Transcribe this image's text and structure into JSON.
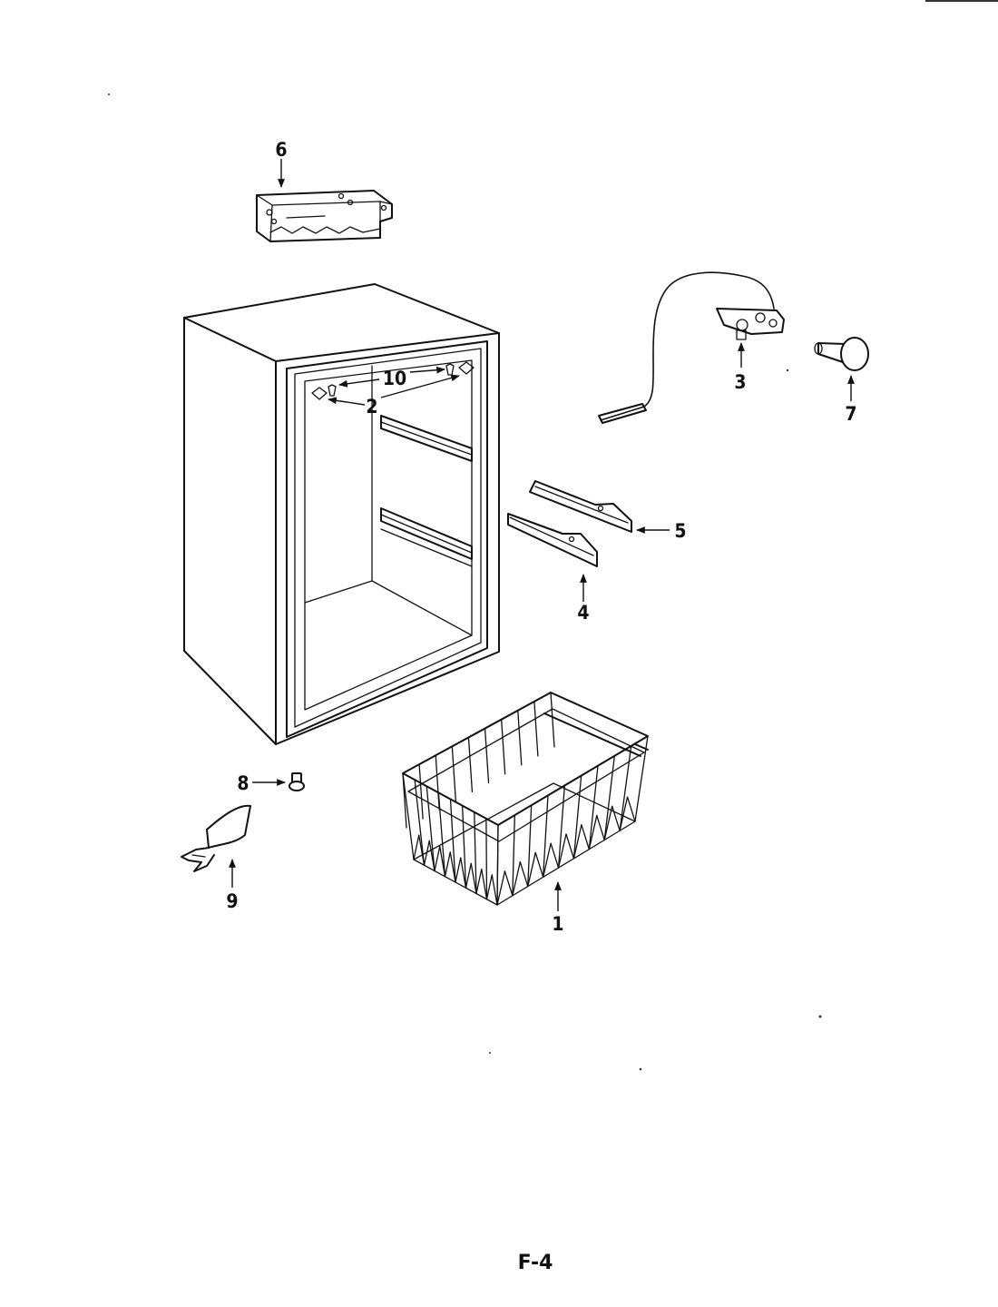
{
  "callouts": [
    {
      "id": "1",
      "label": "1"
    },
    {
      "id": "2",
      "label": "2"
    },
    {
      "id": "3",
      "label": "3"
    },
    {
      "id": "4",
      "label": "4"
    },
    {
      "id": "5",
      "label": "5"
    },
    {
      "id": "6",
      "label": "6"
    },
    {
      "id": "7",
      "label": "7"
    },
    {
      "id": "8",
      "label": "8"
    },
    {
      "id": "9",
      "label": "9"
    },
    {
      "id": "10",
      "label": "10"
    }
  ],
  "page_label": "F-4",
  "colors": {
    "ink": "#111111",
    "paper": "#ffffff"
  }
}
